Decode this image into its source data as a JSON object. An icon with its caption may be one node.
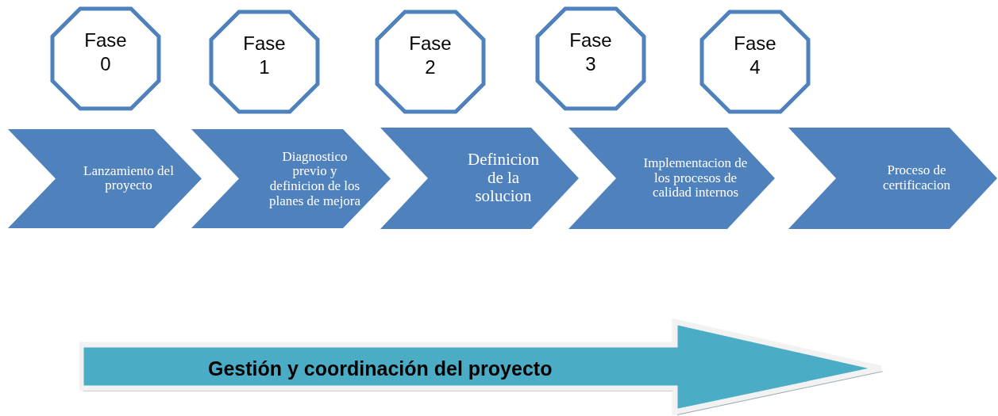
{
  "diagram": {
    "nodes": [
      {
        "text": [
          "Fase 0"
        ]
      },
      {
        "text": [
          "Fase 1"
        ]
      },
      {
        "text": [
          "Fase 2"
        ]
      },
      {
        "text": [
          "Fase 3"
        ]
      },
      {
        "text": [
          "Fase 4"
        ]
      },
      {
        "text": [
          "Lanzamiento del proyecto"
        ]
      },
      {
        "text": [
          "Diagnostico previo y definicion de los planes de mejora"
        ]
      },
      {
        "text": [
          "Definicion de la solucion"
        ]
      },
      {
        "text": [
          "Implementacion de los procesos de calidad internos"
        ]
      },
      {
        "text": [
          "Proceso de certificacion"
        ]
      },
      {
        "text": [
          "Gestión y coordinación del proyecto"
        ]
      }
    ]
  }
}
